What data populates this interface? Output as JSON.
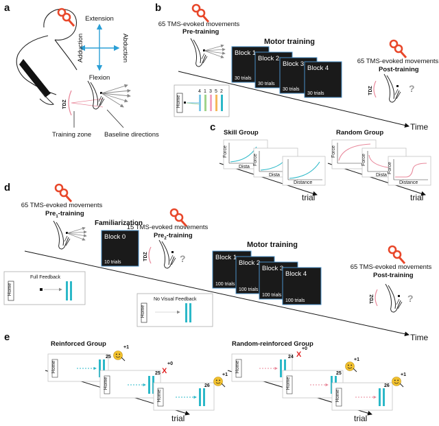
{
  "panel_a": {
    "letter": "a",
    "directions": {
      "extension": "Extension",
      "flexion": "Flexion",
      "adduction": "Adduction",
      "abduction": "Abduction"
    },
    "tdz": "TDZ",
    "training_zone": "Training zone",
    "baseline_directions": "Baseline directions"
  },
  "panel_b": {
    "letter": "b",
    "pre_line1": "65 TMS-evoked movements",
    "pre_line2": "Pre-training",
    "motor_training": "Motor training",
    "blocks": [
      {
        "name": "Block 1",
        "trials": "30 trials"
      },
      {
        "name": "Block 2",
        "trials": "30 trials"
      },
      {
        "name": "Block 3",
        "trials": "30 trials"
      },
      {
        "name": "Block 4",
        "trials": "30 trials"
      }
    ],
    "post_line1": "65 TMS-evoked movements",
    "post_line2": "Post-training",
    "time": "Time",
    "home": "Home",
    "target_numbers": [
      "4",
      "1",
      "3",
      "5",
      "2"
    ],
    "qmark": "?",
    "tdz": "TDZ"
  },
  "panel_c": {
    "letter": "c",
    "skill_group": "Skill Group",
    "random_group": "Random Group",
    "force": "Force",
    "distance": "Distance",
    "distance_short": "Dista",
    "trial": "trial"
  },
  "panel_d": {
    "letter": "d",
    "pre1_line1": "65 TMS-evoked movements",
    "pre1_line2": "Pre",
    "pre1_sub": "1",
    "pre1_suffix": "-training",
    "familiarization": "Familiarization",
    "block0": {
      "name": "Block 0",
      "trials": "10 trials"
    },
    "pre2_line1": "15 TMS-evoked movements",
    "pre2_line2": "Pre",
    "pre2_sub": "2",
    "pre2_suffix": "-training",
    "motor_training": "Motor training",
    "blocks": [
      {
        "name": "Block 1",
        "trials": "100 trials"
      },
      {
        "name": "Block 2",
        "trials": "100 trials"
      },
      {
        "name": "Block 3",
        "trials": "100 trials"
      },
      {
        "name": "Block 4",
        "trials": "100 trials"
      }
    ],
    "post_line1": "65 TMS-evoked movements",
    "post_line2": "Post-training",
    "full_feedback": "Full Feedback",
    "no_visual_feedback": "No Visual Feedback",
    "home": "Home",
    "time": "Time",
    "qmark": "?",
    "tdz": "TDZ"
  },
  "panel_e": {
    "letter": "e",
    "reinforced_group": "Reinforced Group",
    "random_reinforced_group": "Random-reinforced Group",
    "home": "Home",
    "trial": "trial",
    "reinforced_scores": [
      "25",
      "25",
      "26"
    ],
    "reinforced_rewards": [
      "+1",
      "+0",
      "+1"
    ],
    "random_scores": [
      "24",
      "25",
      "26"
    ],
    "random_rewards": [
      "+0",
      "+1",
      "+1"
    ],
    "fail_mark": "X"
  },
  "colors": {
    "tms_coil": "#e8472a",
    "cyan": "#2bb8c8",
    "pink": "#e8879a",
    "blue_arrow": "#2a9fd6",
    "block_border": "#4a90c8",
    "smiley": "#f2c12e",
    "red_x": "#e02020",
    "targets": [
      "#7fc8e8",
      "#9fd38a",
      "#f3a4c0",
      "#f5b85a",
      "#2bb8c8"
    ]
  },
  "icons": [
    "tms-coil-icon",
    "hand-icon",
    "smiley-icon",
    "x-mark-icon",
    "question-mark-icon",
    "home-box-icon"
  ]
}
